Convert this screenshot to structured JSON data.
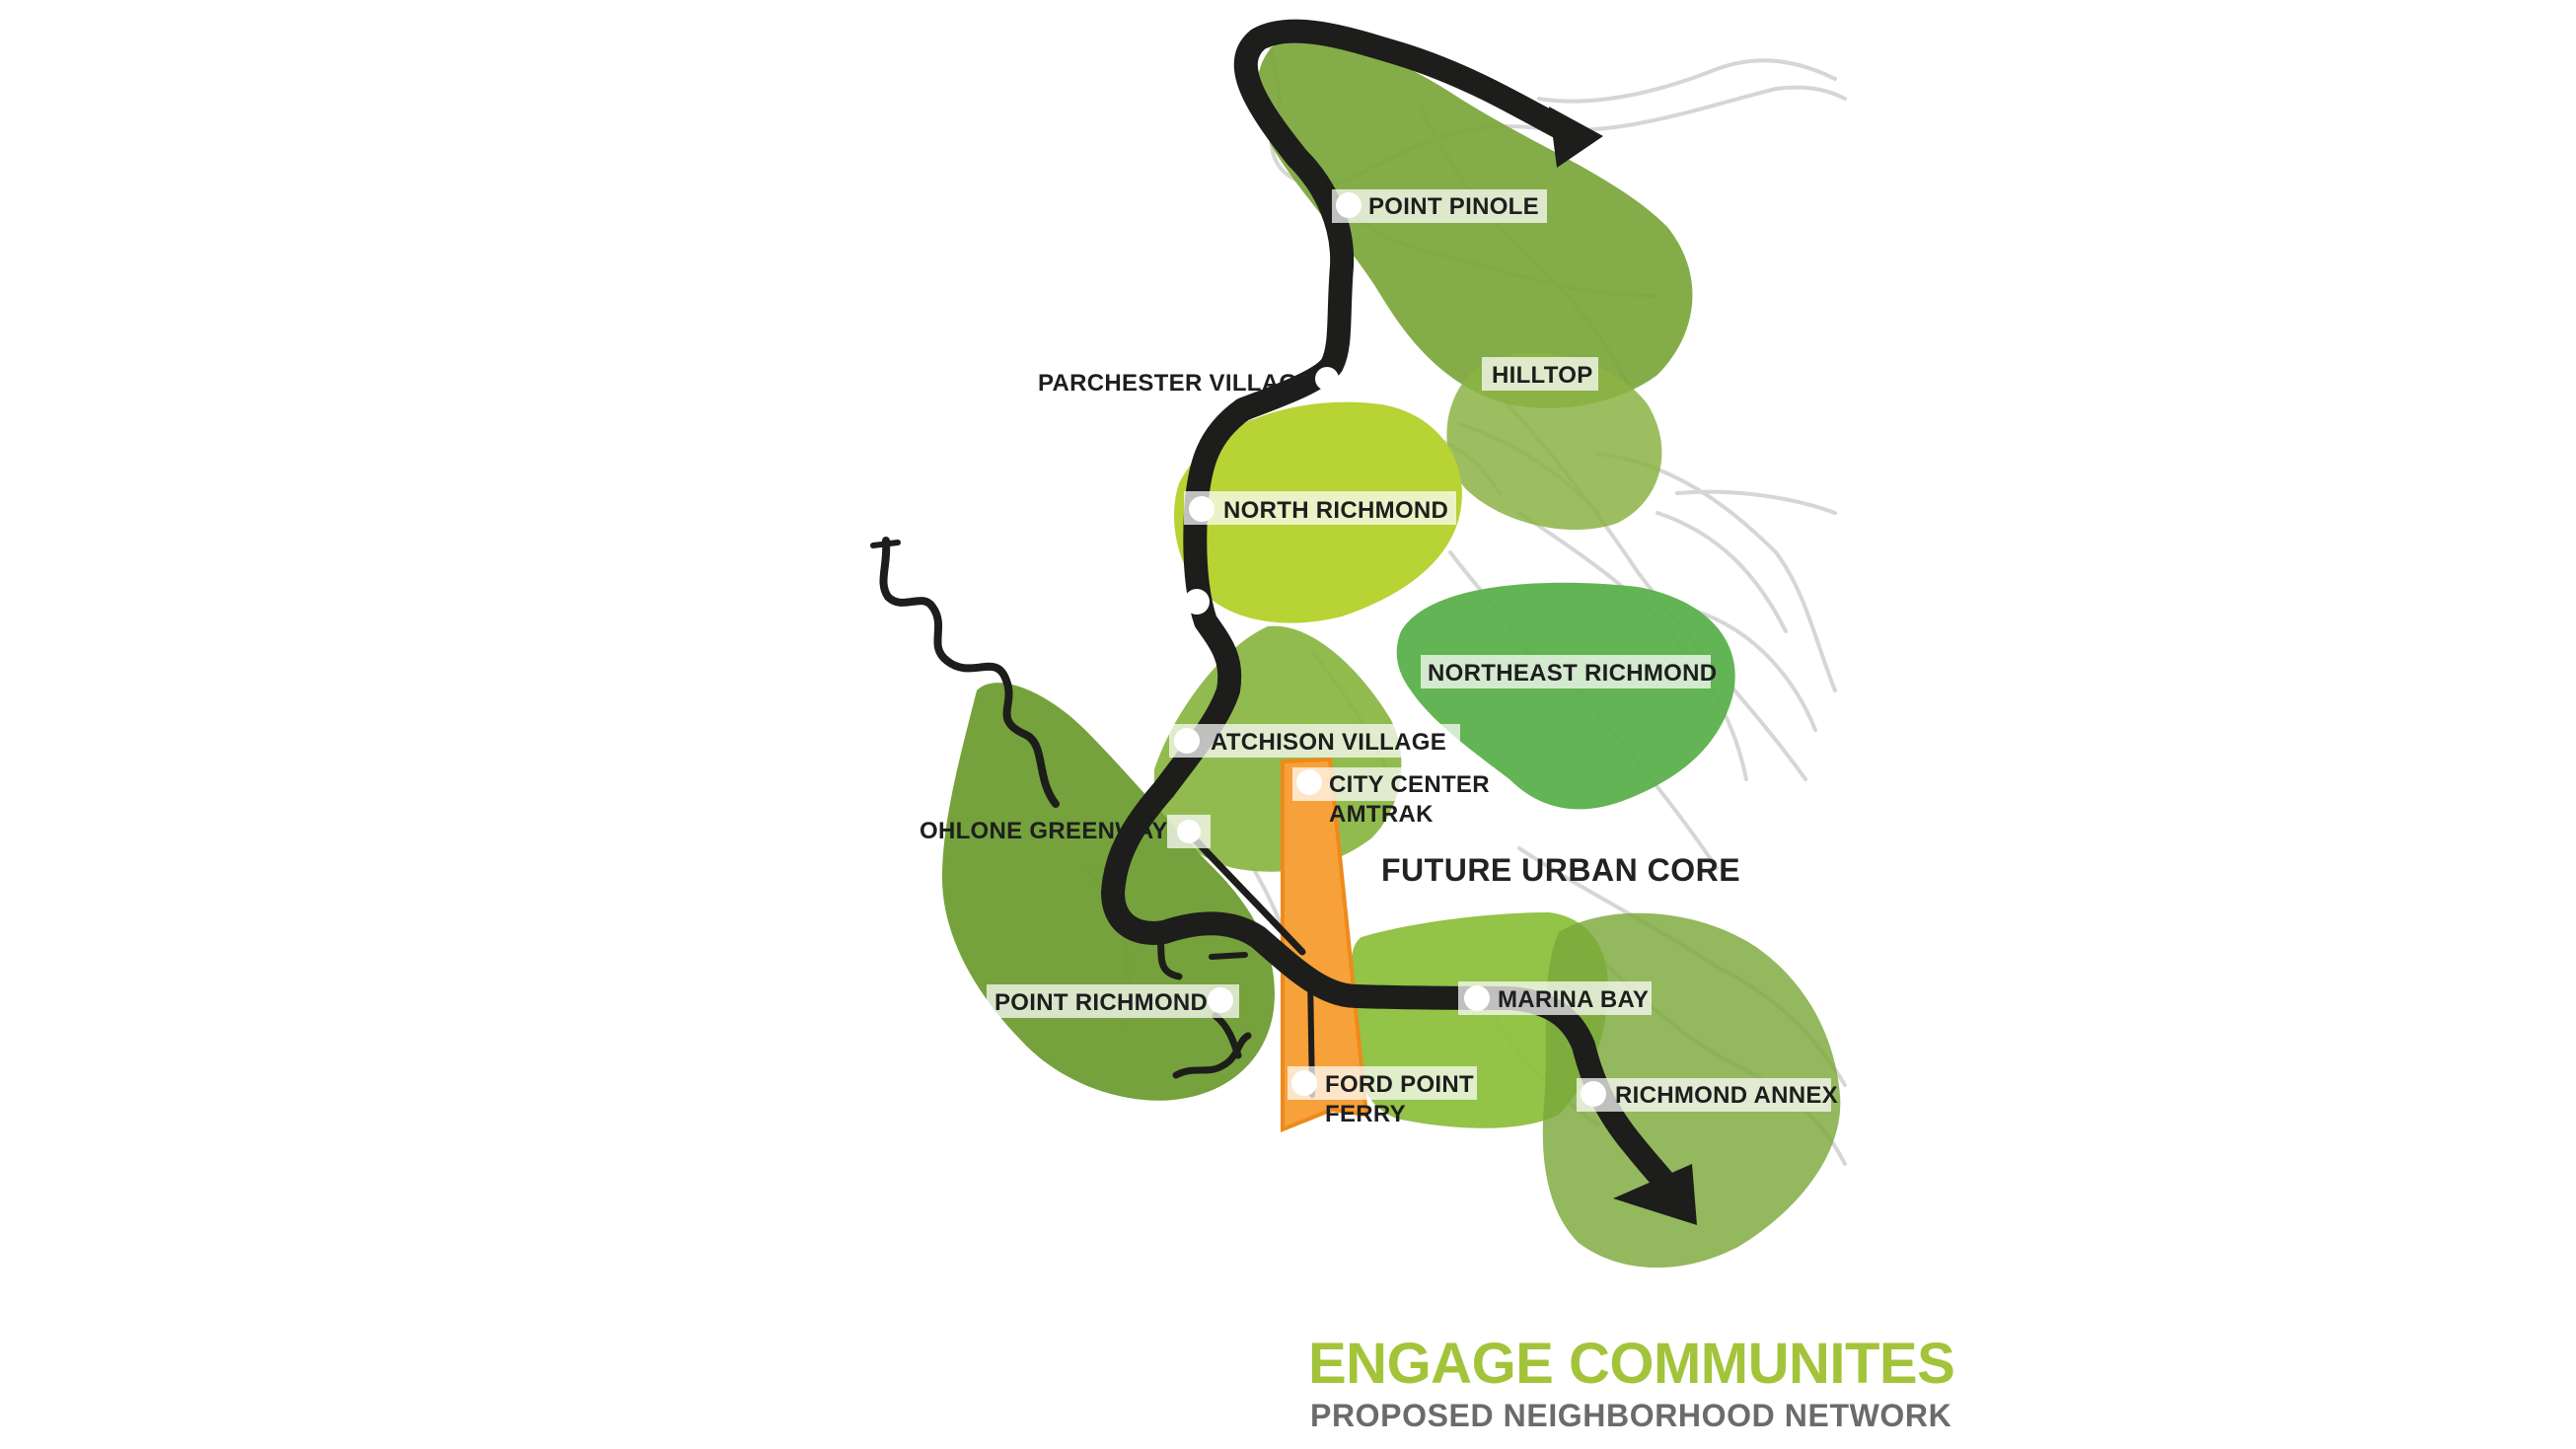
{
  "title": "ENGAGE COMMUNITES",
  "subtitle": "PROPOSED NEIGHBORHOOD NETWORK",
  "core_label": "FUTURE URBAN CORE",
  "colors": {
    "route": "#1d1d1b",
    "urban_core": "#f7a13a",
    "urban_core_edge": "#ef8a1a",
    "title": "#a3c43a",
    "subtitle": "#6b6b6b",
    "streets": "#d6d6d6"
  },
  "icons": {
    "station": "white-circle-marker",
    "route_end": "arrowhead"
  },
  "stations": [
    {
      "id": "point-pinole",
      "label": "POINT PINOLE"
    },
    {
      "id": "hilltop",
      "label": "HILLTOP"
    },
    {
      "id": "parchester-village",
      "label": "PARCHESTER VILLAGE"
    },
    {
      "id": "north-richmond",
      "label": "NORTH RICHMOND"
    },
    {
      "id": "northeast-richmond",
      "label": "NORTHEAST RICHMOND"
    },
    {
      "id": "atchison-village",
      "label": "ATCHISON VILLAGE"
    },
    {
      "id": "city-center-amtrak",
      "label": "CITY CENTER",
      "label2": "AMTRAK"
    },
    {
      "id": "ohlone-greenway",
      "label": "OHLONE GREENWAY"
    },
    {
      "id": "point-richmond",
      "label": "POINT RICHMOND"
    },
    {
      "id": "marina-bay",
      "label": "MARINA BAY"
    },
    {
      "id": "ford-point-ferry",
      "label": "FORD POINT",
      "label2": "FERRY"
    },
    {
      "id": "richmond-annex",
      "label": "RICHMOND ANNEX"
    }
  ]
}
